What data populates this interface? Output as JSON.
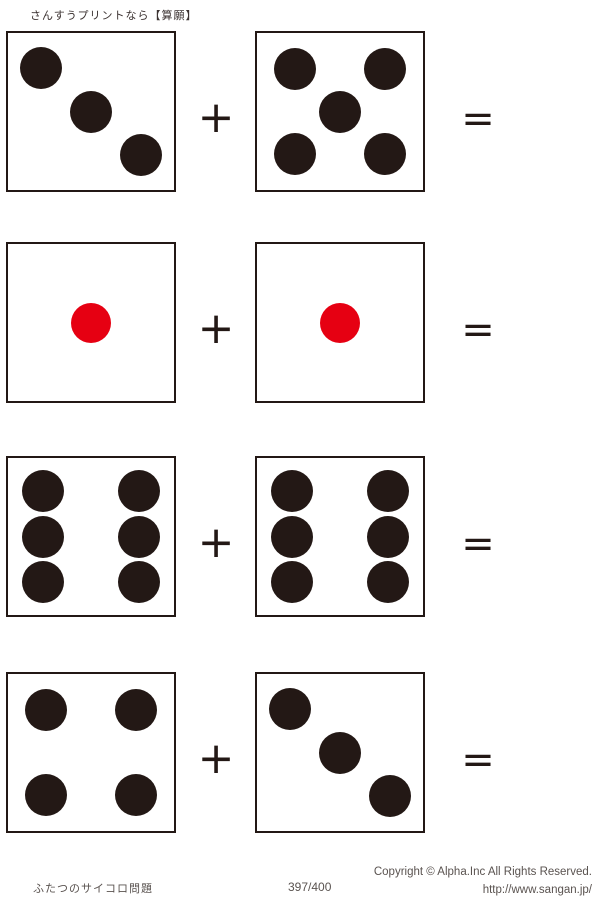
{
  "header": {
    "title": "さんすうプリントなら【算願】"
  },
  "worksheet": {
    "operator_plus": "+",
    "operator_equals": "=",
    "pip_color_black": "#231815",
    "pip_color_red": "#e60012",
    "border_color": "#231815",
    "rows": [
      {
        "left_die": {
          "value": 3,
          "pip_color": "black"
        },
        "right_die": {
          "value": 5,
          "pip_color": "black"
        },
        "plus": "+",
        "equals": "="
      },
      {
        "left_die": {
          "value": 1,
          "pip_color": "red"
        },
        "right_die": {
          "value": 1,
          "pip_color": "red"
        },
        "plus": "+",
        "equals": "="
      },
      {
        "left_die": {
          "value": 6,
          "pip_color": "black"
        },
        "right_die": {
          "value": 6,
          "pip_color": "black"
        },
        "plus": "+",
        "equals": "="
      },
      {
        "left_die": {
          "value": 4,
          "pip_color": "black"
        },
        "right_die": {
          "value": 3,
          "pip_color": "black"
        },
        "plus": "+",
        "equals": "="
      }
    ]
  },
  "footer": {
    "label": "ふたつのサイコロ問題",
    "page": "397/400",
    "copyright": "Copyright ©  Alpha.Inc All Rights Reserved.",
    "url": "http://www.sangan.jp/"
  }
}
